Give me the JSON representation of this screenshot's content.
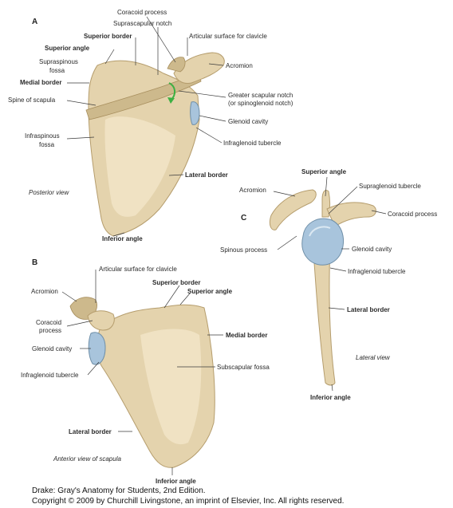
{
  "panels": {
    "a": "A",
    "b": "B",
    "c": "C"
  },
  "labels": {
    "coracoid_process_a": "Coracoid process",
    "suprascapular_notch": "Suprascapular notch",
    "superior_border_a": "Superior border",
    "articular_surface_clavicle_a": "Articular surface for clavicle",
    "superior_angle_a": "Superior angle",
    "supraspinous_fossa_1": "Supraspinous",
    "supraspinous_fossa_2": "fossa",
    "acromion_a": "Acromion",
    "medial_border_a": "Medial border",
    "greater_scapular_notch_1": "Greater scapular notch",
    "greater_scapular_notch_2": "(or spinoglenoid notch)",
    "spine_of_scapula": "Spine of scapula",
    "glenoid_cavity_a": "Glenoid cavity",
    "infraspinous_fossa_1": "Infraspinous",
    "infraspinous_fossa_2": "fossa",
    "infraglenoid_tubercle_a": "Infraglenoid tubercle",
    "lateral_border_a": "Lateral border",
    "posterior_view": "Posterior view",
    "inferior_angle_a": "Inferior angle",
    "superior_angle_c": "Superior angle",
    "acromion_c": "Acromion",
    "supraglenoid_tubercle": "Supraglenoid tubercle",
    "coracoid_process_c": "Coracoid process",
    "spinous_process": "Spinous process",
    "glenoid_cavity_c": "Glenoid cavity",
    "infraglenoid_tubercle_c": "Infraglenoid tubercle",
    "lateral_border_c": "Lateral border",
    "lateral_view": "Lateral view",
    "inferior_angle_c": "Inferior angle",
    "articular_surface_clavicle_b": "Articular surface for clavicle",
    "acromion_b": "Acromion",
    "superior_border_b": "Superior border",
    "superior_angle_b": "Superior angle",
    "coracoid_process_b_1": "Coracoid",
    "coracoid_process_b_2": "process",
    "medial_border_b": "Medial border",
    "glenoid_cavity_b": "Glenoid cavity",
    "subscapular_fossa": "Subscapular fossa",
    "infraglenoid_tubercle_b": "Infraglenoid tubercle",
    "lateral_border_b": "Lateral border",
    "anterior_view": "Anterior view of scapula",
    "inferior_angle_b": "Inferior angle"
  },
  "credit": {
    "line1": "Drake: Gray's Anatomy for Students, 2nd Edition.",
    "line2": "Copyright © 2009 by Churchill Livingstone, an imprint of Elsevier, Inc. All rights reserved."
  },
  "colors": {
    "bone": "#e4d3ad",
    "glenoid": "#a8c4dc",
    "arrow": "#3cb043"
  }
}
